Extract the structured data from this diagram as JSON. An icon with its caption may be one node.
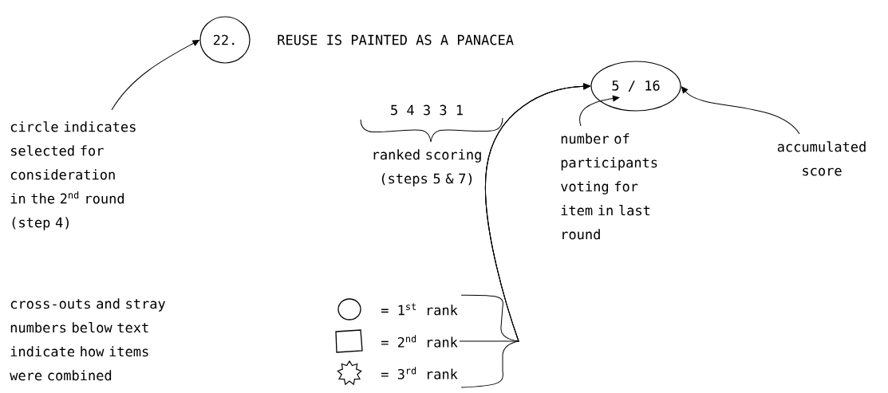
{
  "diagram": {
    "title": "REUSE IS PAINTED AS A PANACEA",
    "nodes": [
      {
        "text": [
          "22."
        ]
      },
      {
        "text": [
          "circle indicates selected for consideration in the 2$^{nd}$ round (step 4)"
        ]
      },
      {
        "text": [
          "5 / 16"
        ]
      },
      {
        "text": [
          "number of participants voting for item in last round"
        ]
      },
      {
        "text": [
          "accumulated score"
        ]
      },
      {
        "text": [
          "= 1$^{st}$ rank"
        ]
      },
      {
        "text": [
          "= 2$^{nd}$ rank"
        ]
      },
      {
        "text": [
          "= 3$^{rd}$ rank"
        ]
      }
    ],
    "edges": [
      {
        "from": 1,
        "to": 0,
        "arrow": "to"
      },
      {
        "from": 3,
        "to": 2,
        "arrow": "to"
      },
      {
        "from": 4,
        "to": 2,
        "arrow": "to"
      },
      {
        "from": 5,
        "to": 2,
        "arrow": "to"
      },
      {
        "from": 6,
        "to": 2,
        "arrow": "to"
      },
      {
        "from": 7,
        "to": 2,
        "arrow": "to"
      }
    ],
    "labels": [
      "5 4 3 3 1",
      "ranked scoring (steps 5 & 7)",
      "cross-outs and stray numbers below text indicate how items were combined"
    ]
  }
}
